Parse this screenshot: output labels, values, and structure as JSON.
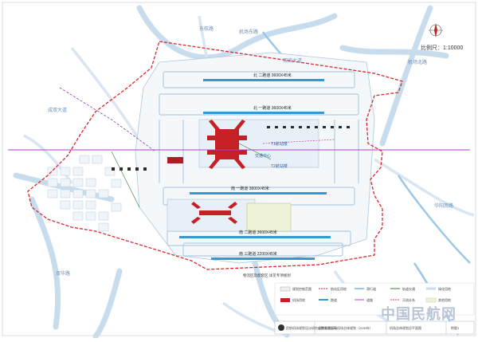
{
  "map": {
    "scale_label": "比例尺：1:10000",
    "runway_labels": {
      "north_2": "北 二跑道 3600X45米",
      "north_1": "北 一跑道 3600X45米",
      "south_1": "南 一跑道 3600X45米",
      "south_2": "南 二跑道 3600X45米",
      "south_3": "南 三跑道 2200X45米"
    },
    "place_labels": {
      "top_1": "东航路",
      "top_2": "机场东路",
      "river": "双流大道",
      "right_1": "机场北路",
      "right_2": "华阳南路",
      "left_road": "成双大道",
      "bottom_road": "双华路",
      "center_1": "T1航站楼",
      "center_2": "T2航站楼",
      "center_3": "交通中心",
      "bottom_note": "物流区及配套区 详见专项规划"
    },
    "legend_items": [
      "规划控制范围",
      "机场用地",
      "航站区用地",
      "跑道",
      "滑行道",
      "道路",
      "轨道交通",
      "河流水系",
      "绿化用地",
      "其他用地"
    ],
    "footer": {
      "org": "民航机场规划设计研究总院有限公司",
      "title": "成都双流国际机场总体规划（2030年）",
      "drawing": "机场总体规划总平面图",
      "num": "附图1"
    },
    "watermark": "中国民航网",
    "colors": {
      "boundary": "#d9262c",
      "runway_fill": "#3399d6",
      "terminal": "#c42026",
      "rail": "#b040c8",
      "water": "#9cc7e8",
      "road": "#c7dcec"
    }
  }
}
